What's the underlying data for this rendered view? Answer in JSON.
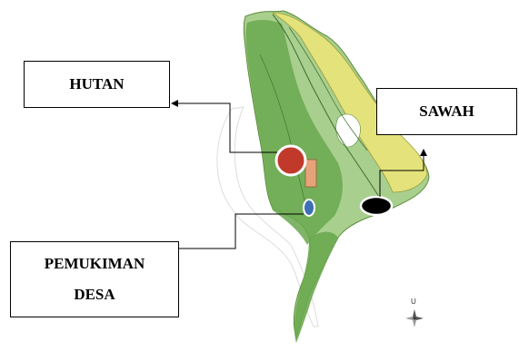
{
  "legend": {
    "forest": "HUTAN",
    "paddy": "SAWAH",
    "settlement_line1": "PEMUKIMAN",
    "settlement_line2": "DESA"
  },
  "compass": {
    "north_letter": "U"
  },
  "colors": {
    "forest_green": "#6aa84f",
    "light_green": "#b6d7a8",
    "paddy_yellow": "#e8e57a",
    "forest_marker": "#c0392b",
    "paddy_marker": "#000000",
    "settlement_marker": "#3d6fb6"
  }
}
